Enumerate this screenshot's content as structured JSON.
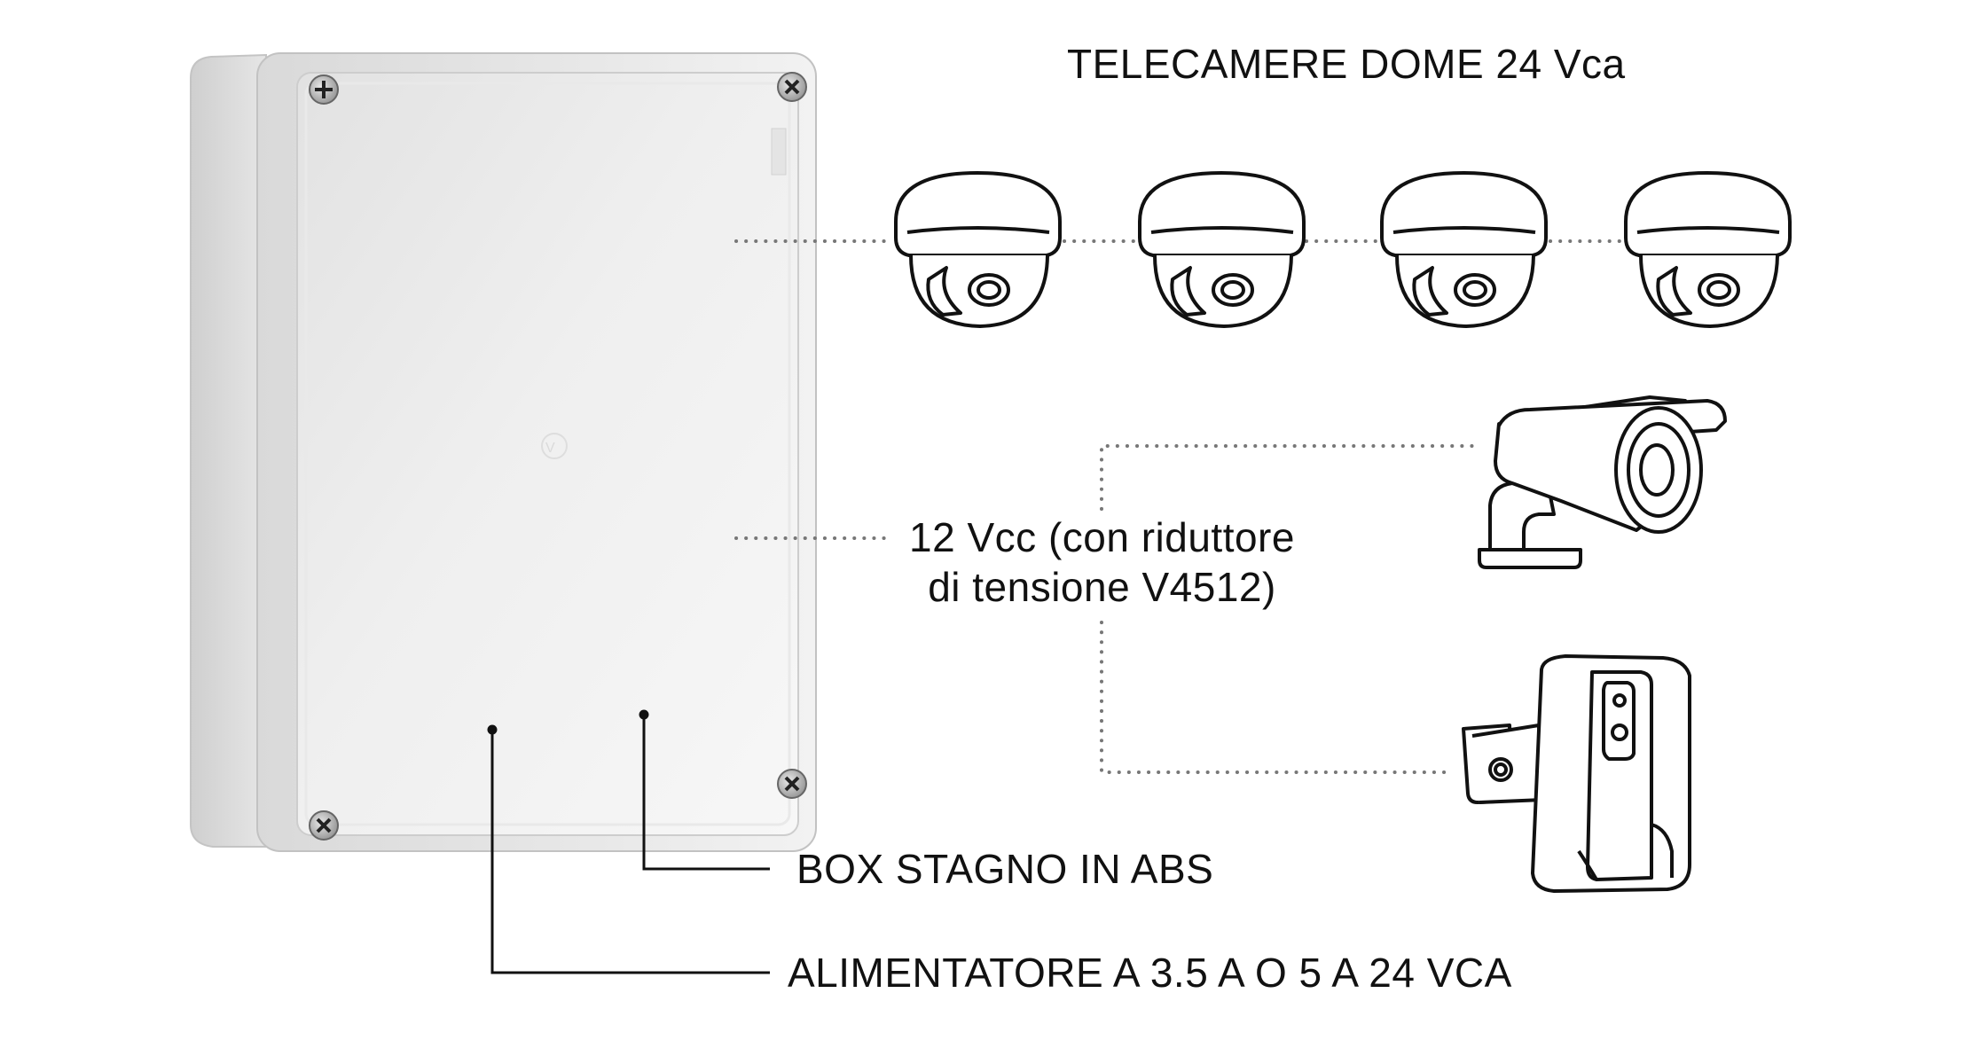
{
  "colors": {
    "background": "#ffffff",
    "ink": "#111111",
    "box_light": "#f0f0f0",
    "box_shade": "#d4d4d4",
    "dotted_line": "#777777"
  },
  "labels": {
    "dome_cameras": "TELECAMERE DOME 24 Vca",
    "voltage_12v_line1": "12 Vcc (con riduttore",
    "voltage_12v_line2": "di tensione V4512)",
    "box": "BOX STAGNO IN ABS",
    "power_supply": "ALIMENTATORE A 3.5 A O 5 A 24 VCA"
  },
  "devices": {
    "enclosure": "abs-enclosure",
    "dome_cameras": [
      "dome-camera",
      "dome-camera",
      "dome-camera",
      "dome-camera"
    ],
    "bullet_camera": "bullet-camera",
    "box_camera": "box-camera-with-housing"
  }
}
